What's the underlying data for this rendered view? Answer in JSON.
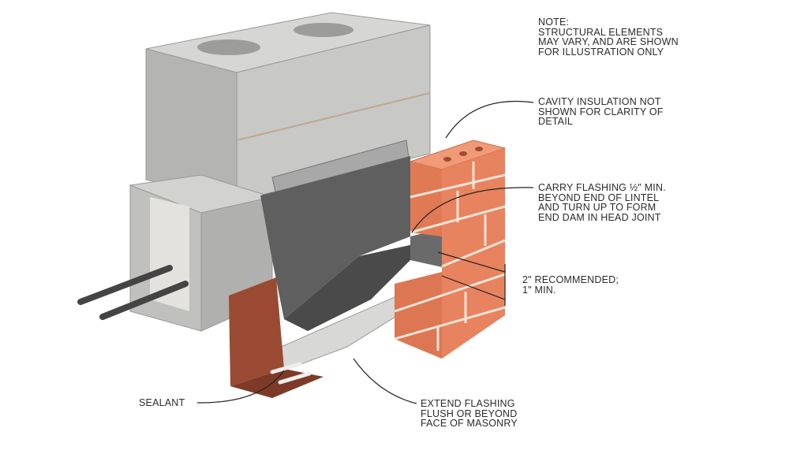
{
  "labels": {
    "note": "NOTE:\nSTRUCTURAL ELEMENTS\nMAY VARY, AND ARE SHOWN\nFOR ILLUSTRATION ONLY",
    "cavity": "CAVITY INSULATION NOT\nSHOWN FOR CLARITY OF\nDETAIL",
    "carry": "CARRY FLASHING ½\" MIN.\nBEYOND END OF LINTEL\nAND TURN UP TO FORM\nEND DAM IN HEAD JOINT",
    "dimension": "2\" RECOMMENDED;\n1\" MIN.",
    "sealant": "SEALANT",
    "extend": "EXTEND FLASHING\nFLUSH OR BEYOND\nFACE OF MASONRY"
  },
  "colors": {
    "cmu": "#c9c9c7",
    "cmu_dark": "#a9a9a7",
    "brick": "#e8835f",
    "mortar": "#f0e4d8",
    "flashing": "#5f5f5f",
    "lintel": "#9a4a33",
    "leader": "#222222"
  }
}
